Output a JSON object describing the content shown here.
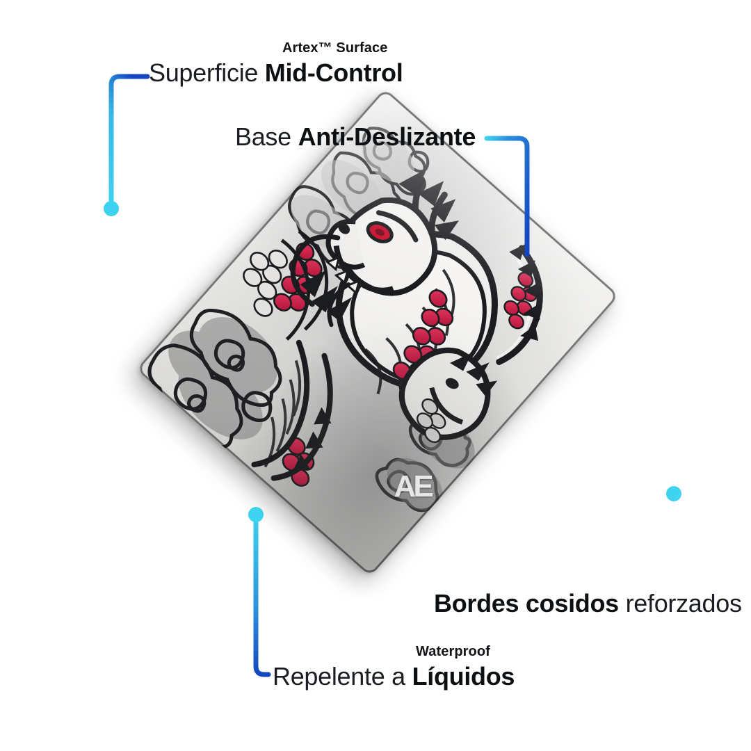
{
  "page": {
    "background_color": "#ffffff",
    "accent_cyan": "#3ED3EE",
    "accent_blue": "#1456C4",
    "text_color": "#111317"
  },
  "product": {
    "type": "mousepad",
    "artwork_name": "japanese-dragon",
    "logo_text": "AE",
    "artwork_colors": {
      "ink": "#1b1c1f",
      "paper": "#f2f1ef",
      "grey_wash": "#8e8e8e",
      "accent_red": "#D6214C"
    }
  },
  "callouts": [
    {
      "id": "surface",
      "eyebrow": "Artex™ Surface",
      "headline_light": "Superficie ",
      "headline_bold": "Mid-Control"
    },
    {
      "id": "base",
      "eyebrow": "",
      "headline_light": "Base ",
      "headline_bold": "Anti-Deslizante"
    },
    {
      "id": "edges",
      "eyebrow": "",
      "headline_bold": "Bordes cosidos",
      "headline_light": " reforzados"
    },
    {
      "id": "liquid",
      "eyebrow": "Waterproof",
      "headline_light": "Repelente a ",
      "headline_bold": "Líquidos"
    }
  ]
}
